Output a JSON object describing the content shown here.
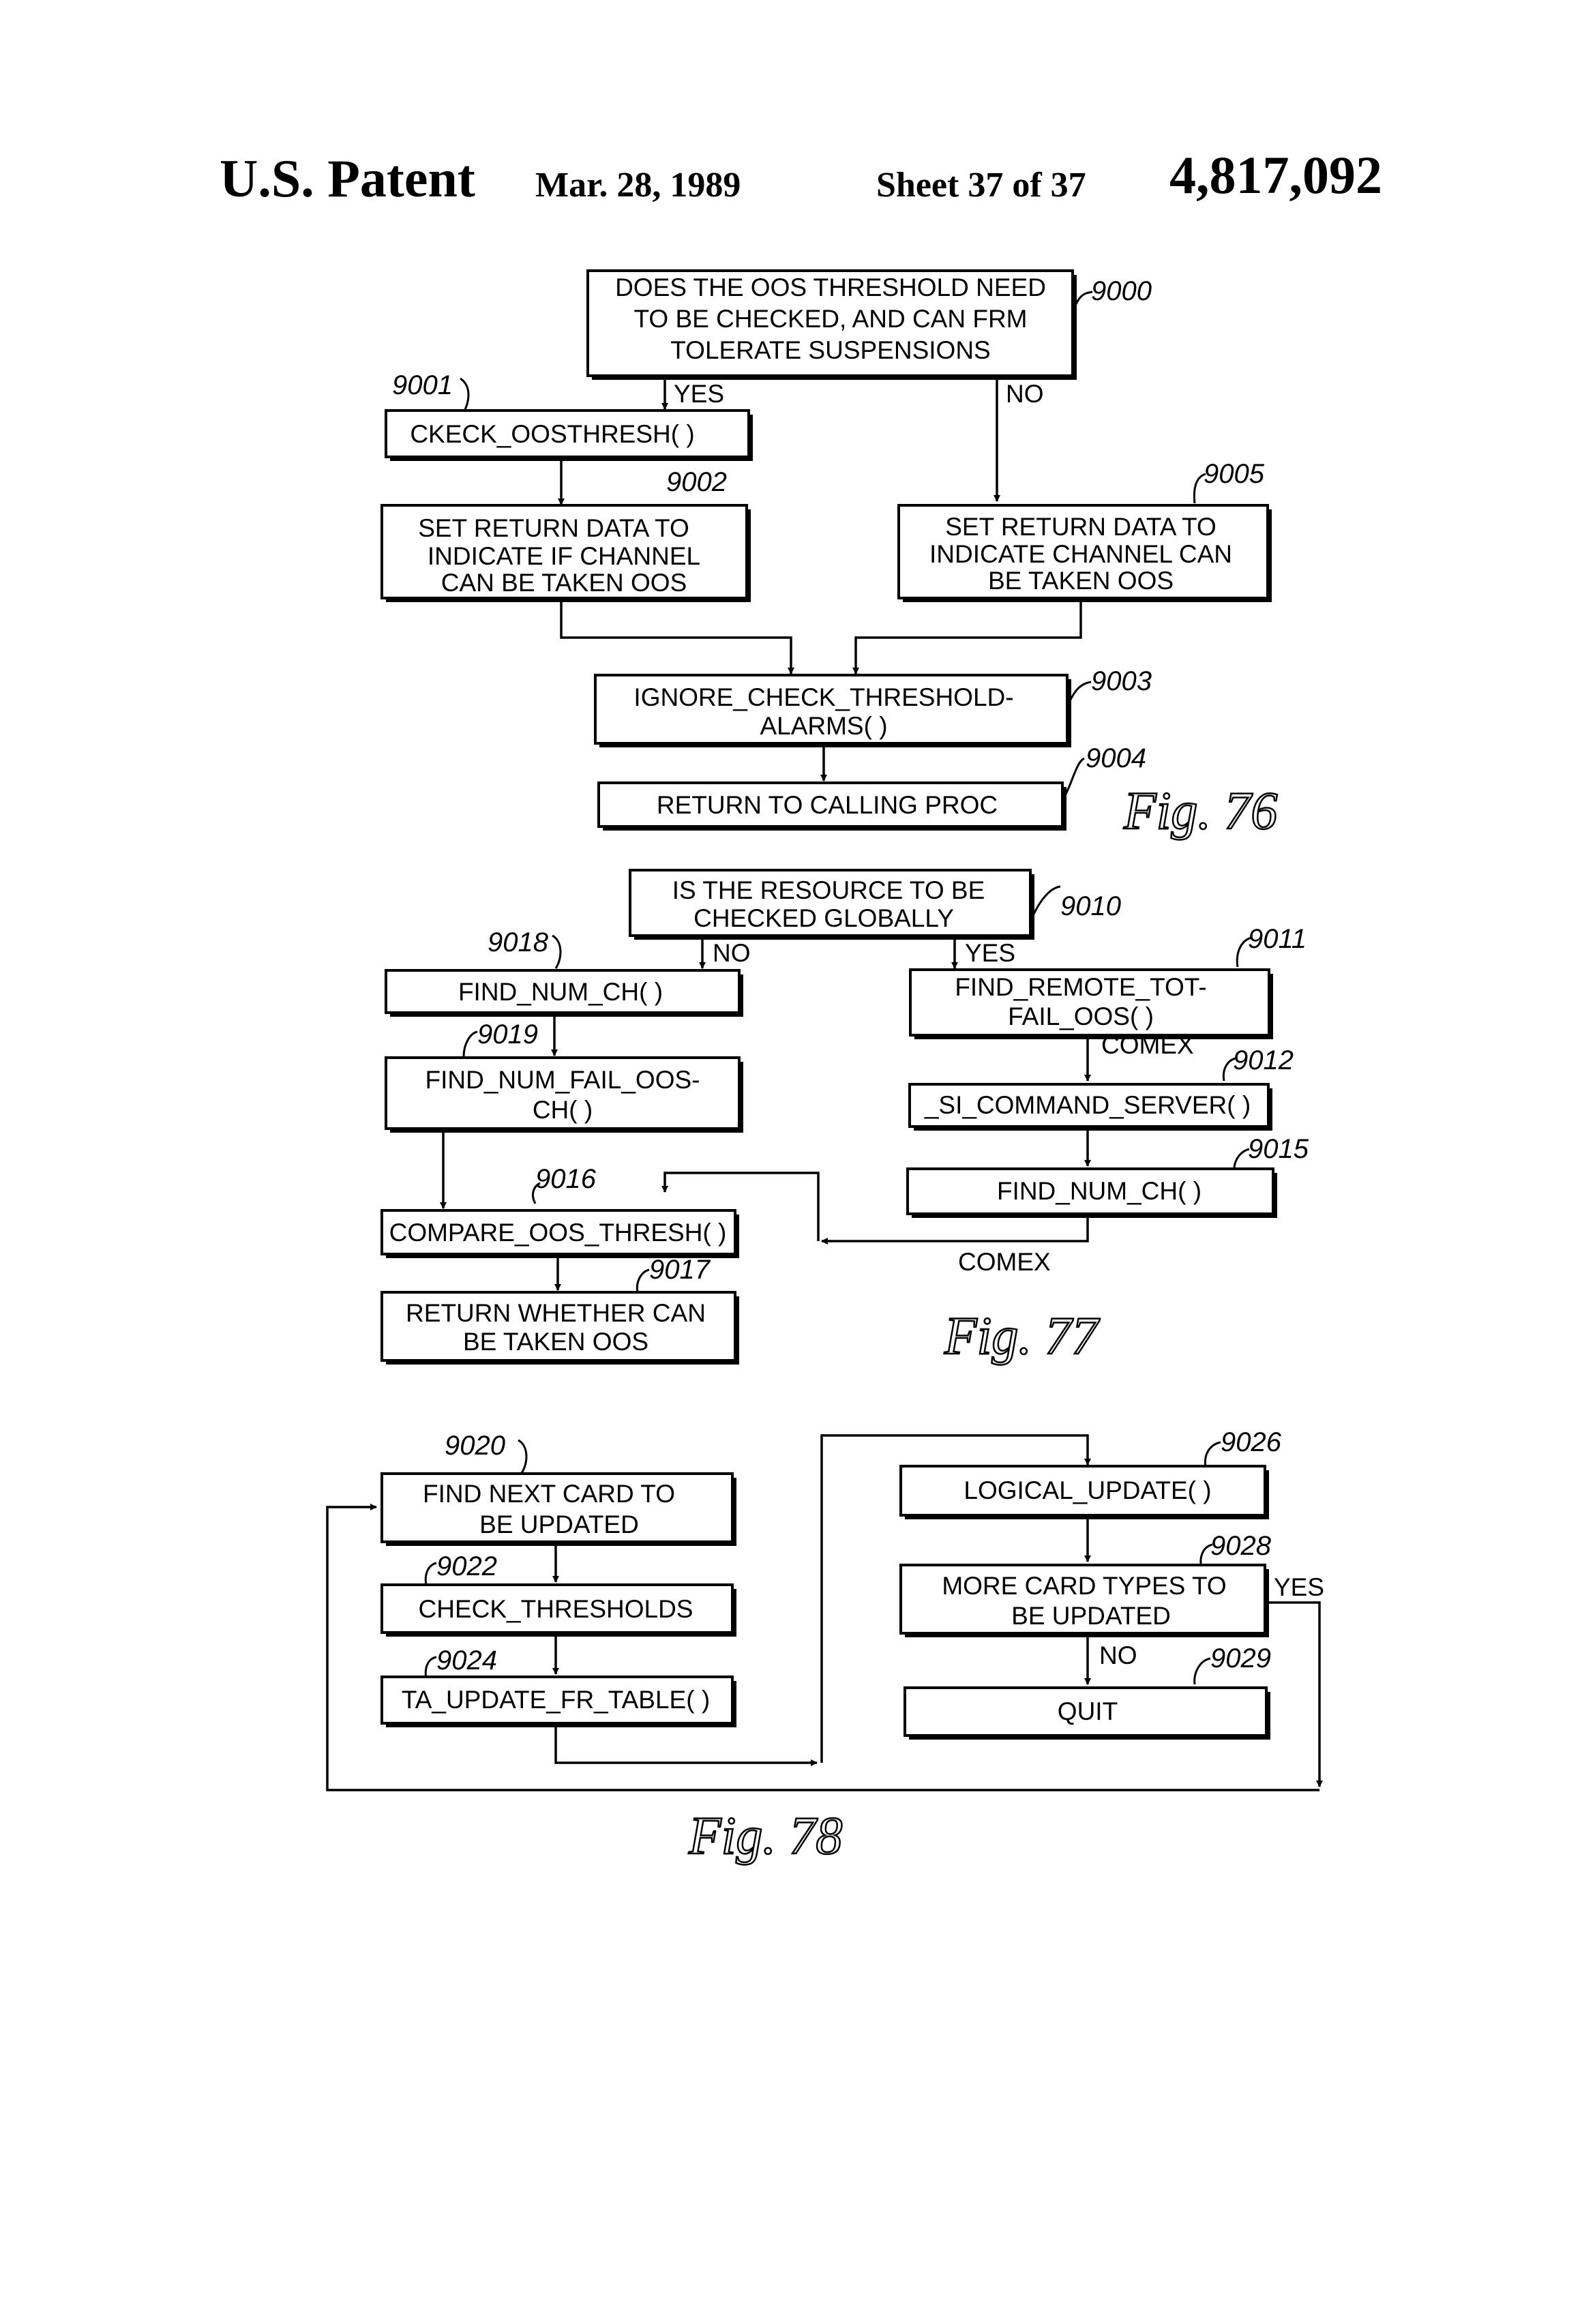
{
  "header": {
    "publisher": "U.S. Patent",
    "date": "Mar. 28, 1989",
    "sheet": "Sheet 37 of 37",
    "patent_number": "4,817,092"
  },
  "fig76": {
    "label": "Fig. 76",
    "n9000": {
      "ref": "9000",
      "l1": "DOES THE OOS THRESHOLD NEED",
      "l2": "TO BE CHECKED, AND CAN FRM",
      "l3": "TOLERATE  SUSPENSIONS"
    },
    "yes": "YES",
    "no": "NO",
    "n9001": {
      "ref": "9001",
      "l1": "CKECK_OOSTHRESH(  )"
    },
    "n9002": {
      "ref": "9002",
      "l1": "SET RETURN DATA TO",
      "l2": "INDICATE IF CHANNEL",
      "l3": "CAN BE TAKEN OOS"
    },
    "n9005": {
      "ref": "9005",
      "l1": "SET RETURN DATA TO",
      "l2": "INDICATE CHANNEL CAN",
      "l3": "BE  TAKEN OOS"
    },
    "n9003": {
      "ref": "9003",
      "l1": "IGNORE_CHECK_THRESHOLD-",
      "l2": "ALARMS(  )"
    },
    "n9004": {
      "ref": "9004",
      "l1": "RETURN TO CALLING PROC"
    }
  },
  "fig77": {
    "label": "Fig. 77",
    "n9010": {
      "ref": "9010",
      "l1": "IS THE RESOURCE TO BE",
      "l2": "CHECKED  GLOBALLY"
    },
    "no": "NO",
    "yes": "YES",
    "n9018": {
      "ref": "9018",
      "l1": "FIND_NUM_CH(  )"
    },
    "n9019": {
      "ref": "9019",
      "l1": "FIND_NUM_FAIL_OOS-",
      "l2": "CH(  )"
    },
    "n9016": {
      "ref": "9016",
      "l1": "COMPARE_OOS_THRESH( )"
    },
    "n9017": {
      "ref": "9017",
      "l1": "RETURN WHETHER CAN",
      "l2": "BE TAKEN OOS"
    },
    "n9011": {
      "ref": "9011",
      "l1": "FIND_REMOTE_TOT-",
      "l2": "FAIL_OOS(  )"
    },
    "comex1": "COMEX",
    "n9012": {
      "ref": "9012",
      "l1": "_SI_COMMAND_SERVER(  )"
    },
    "n9015": {
      "ref": "9015",
      "l1": "FIND_NUM_CH(  )"
    },
    "comex2": "COMEX"
  },
  "fig78": {
    "label": "Fig. 78",
    "n9020": {
      "ref": "9020",
      "l1": "FIND NEXT CARD TO",
      "l2": "BE UPDATED"
    },
    "n9022": {
      "ref": "9022",
      "l1": "CHECK_THRESHOLDS"
    },
    "n9024": {
      "ref": "9024",
      "l1": "TA_UPDATE_FR_TABLE( )"
    },
    "n9026": {
      "ref": "9026",
      "l1": "LOGICAL_UPDATE(  )"
    },
    "n9028": {
      "ref": "9028",
      "l1": "MORE CARD TYPES TO",
      "l2": "BE UPDATED"
    },
    "yes": "YES",
    "no": "NO",
    "n9029": {
      "ref": "9029",
      "l1": "QUIT"
    }
  }
}
